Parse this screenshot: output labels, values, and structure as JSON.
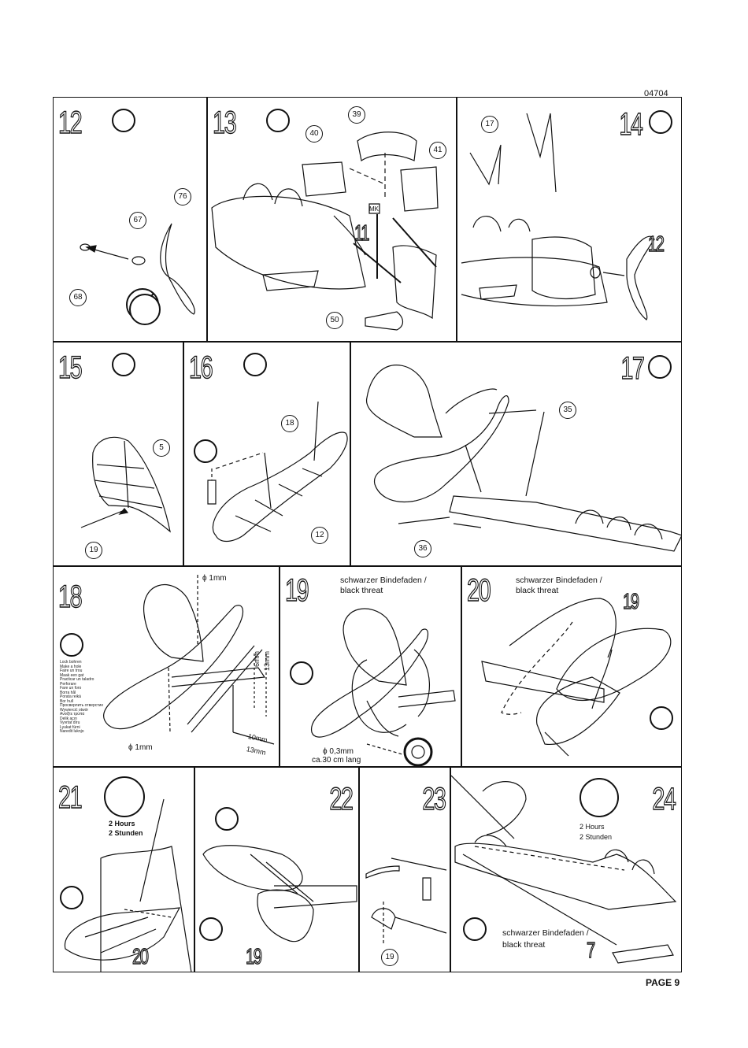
{
  "page": {
    "code": "04704",
    "page_label": "PAGE 9"
  },
  "steps": {
    "s12": {
      "number": "12",
      "parts": [
        "76",
        "67",
        "68"
      ]
    },
    "s13": {
      "number": "13",
      "parts": [
        "39",
        "40",
        "41",
        "50"
      ],
      "ref": "11",
      "decal": "MK"
    },
    "s14": {
      "number": "14",
      "parts": [
        "17"
      ],
      "ref": "12"
    },
    "s15": {
      "number": "15",
      "parts": [
        "5",
        "19"
      ]
    },
    "s16": {
      "number": "16",
      "parts": [
        "18",
        "12"
      ]
    },
    "s17": {
      "number": "17",
      "parts": [
        "35",
        "36"
      ]
    },
    "s18": {
      "number": "18",
      "drill_top": "ϕ 1mm",
      "drill_bottom": "ϕ 1mm",
      "dim_6": "6mm",
      "dim_13a": "13mm",
      "dim_10": "10mm",
      "dim_13b": "13mm",
      "drill_text": [
        "Lock bohren",
        "Make a hole",
        "Faire un trou",
        "Maak een gat",
        "Practicar un taladro",
        "Perforare",
        "Fare un foro",
        "Borra hål",
        "Porata reikä",
        "Bor hull",
        "Просверлить отверстие",
        "Wywiercić otwór",
        "Ανοίξτε τρύπα",
        "Delik açın",
        "Vyvrtat díru",
        "Lyukat fúrni",
        "Naredit luknjo"
      ]
    },
    "s19": {
      "number": "19",
      "thread_de": "schwarzer Bindefaden /",
      "thread_en": "black threat",
      "thread_size": "ϕ 0,3mm",
      "thread_len": "ca.30 cm lang"
    },
    "s20": {
      "number": "20",
      "thread_de": "schwarzer Bindefaden /",
      "thread_en": "black threat",
      "ref": "19"
    },
    "s21": {
      "number": "21",
      "hours": "2 Hours",
      "stunden": "2 Stunden",
      "ref": "20"
    },
    "s22": {
      "number": "22",
      "ref": "19"
    },
    "s23": {
      "number": "23",
      "parts": [
        "19"
      ]
    },
    "s24": {
      "number": "24",
      "hours": "2 Hours",
      "stunden": "2 Stunden",
      "thread_de": "schwarzer Bindefaden /",
      "thread_en": "black threat",
      "ref": "7"
    }
  },
  "icons": [
    "glue-tube-icon",
    "no-glue-icon",
    "drill-icon",
    "clock-icon",
    "scissors-icon",
    "knife-icon",
    "thread-spool-icon"
  ]
}
